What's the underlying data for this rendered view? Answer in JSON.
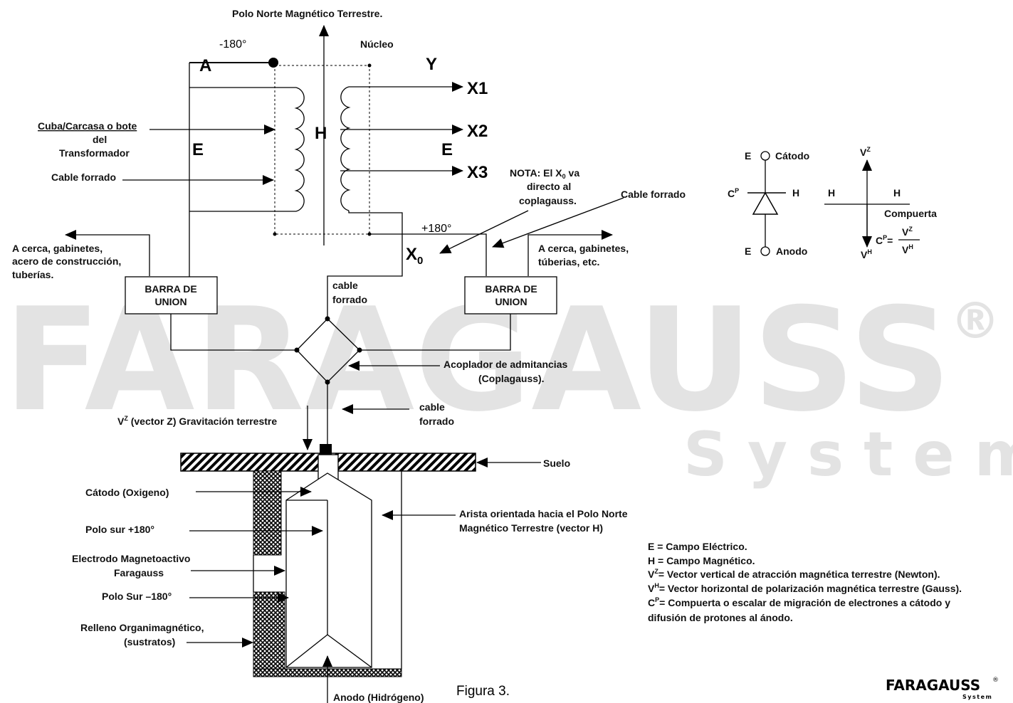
{
  "watermark": {
    "main": "FARAGAUSS",
    "registered": "®",
    "sub": "System"
  },
  "title_top": "Polo Norte Magnético Terrestre.",
  "angle_minus": "-180°",
  "angle_plus": "+180°",
  "nucleo": "Núcleo",
  "letter_a": "A",
  "letter_y": "Y",
  "letter_h": "H",
  "letter_e": "E",
  "outputs": [
    "X1",
    "X2",
    "X3"
  ],
  "x0": "X",
  "x0_sub": "0",
  "left_labels": {
    "cuba_1": "Cuba/Carcasa o bote",
    "cuba_2": "del",
    "cuba_3": "Transformador",
    "cable_forrado": "Cable forrado"
  },
  "nota": {
    "l1_a": "NOTA: El X",
    "l1_sub": "0",
    "l1_b": " va",
    "l2": "directo al",
    "l3": "coplagauss."
  },
  "cable_forrado_right": "Cable forrado",
  "cerca_left": [
    "A cerca, gabinetes,",
    "acero de construcción,",
    "tuberías."
  ],
  "cerca_right": [
    "A cerca, gabinetes,",
    "túberias, etc."
  ],
  "barra": [
    "BARRA DE",
    "UNION"
  ],
  "cable_forrado_mid": [
    "cable",
    "forrado"
  ],
  "acoplador": [
    "Acoplador de admitancias",
    "(Coplagauss)."
  ],
  "cable_forrado_low": [
    "cable",
    "forrado"
  ],
  "vz_grav": {
    "a": "V",
    "sup": "Z",
    "b": " (vector Z) Gravitación terrestre"
  },
  "suelo": "Suelo",
  "electrode_labels": {
    "catodo": "Cátodo (Oxigeno)",
    "polo_sur_plus": "Polo sur +180°",
    "electrodo_1": "Electrodo Magnetoactivo",
    "electrodo_2": "Faragauss",
    "polo_sur_minus": "Polo Sur –180°",
    "relleno_1": "Relleno Organimagnético,",
    "relleno_2": "(sustratos)",
    "anodo": "Anodo (Hidrógeno)"
  },
  "arista": [
    "Arista orientada hacia el Polo Norte",
    "Magnético Terrestre (vector H)"
  ],
  "figura": "Figura 3.",
  "symbol": {
    "e": "E",
    "catodo": "Cátodo",
    "anodo": "Anodo",
    "cp": "C",
    "cp_sup": "P",
    "h": "H",
    "vz": "V",
    "vz_sup": "Z",
    "vh": "V",
    "vh_sup": "H",
    "compuerta": "Compuerta",
    "formula_eq": "=",
    "formula_num": "V",
    "formula_num_sup": "Z",
    "formula_den": "V",
    "formula_den_sup": "H"
  },
  "legend": [
    {
      "a": "E = Campo Eléctrico.",
      "sup": "",
      "b": ""
    },
    {
      "a": "H = Campo Magnético.",
      "sup": "",
      "b": ""
    },
    {
      "a": "V",
      "sup": "Z",
      "b": "= Vector vertical de atracción  magnética terrestre (Newton)."
    },
    {
      "a": "V",
      "sup": "H",
      "b": "= Vector horizontal de polarización magnética terrestre (Gauss)."
    },
    {
      "a": "C",
      "sup": "P",
      "b": "= Compuerta o escalar de migración de electrones a cátodo y"
    },
    {
      "a": "difusión de protones al ánodo.",
      "sup": "",
      "b": ""
    }
  ],
  "logo": {
    "main": "FARAGAUSS",
    "reg": "®",
    "sub": "System"
  }
}
